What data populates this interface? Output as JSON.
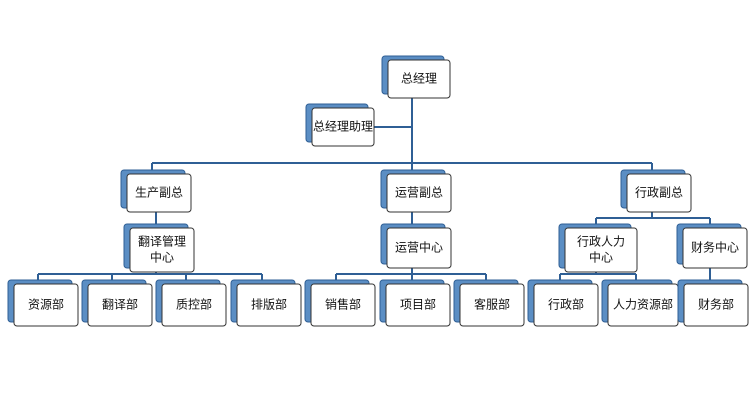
{
  "colors": {
    "line": "#2f5f95",
    "shadow_fill": "#5b8ec4",
    "shadow_stroke": "#2f5f95",
    "box_fill": "#ffffff",
    "box_stroke": "#333333",
    "text": "#111111"
  },
  "org_chart": {
    "ceo": {
      "label": "总经理"
    },
    "assistant": {
      "label": "总经理助理"
    },
    "vp_production": {
      "label": "生产副总"
    },
    "vp_operations": {
      "label": "运营副总"
    },
    "vp_admin": {
      "label": "行政副总"
    },
    "translation_center": {
      "label_lines": [
        "翻译管理",
        "中心"
      ]
    },
    "operations_center": {
      "label": "运营中心"
    },
    "admin_hr_center": {
      "label_lines": [
        "行政人力",
        "中心"
      ]
    },
    "finance_center": {
      "label": "财务中心"
    },
    "dept_resources": {
      "label": "资源部"
    },
    "dept_translation": {
      "label": "翻译部"
    },
    "dept_qc": {
      "label": "质控部"
    },
    "dept_layout": {
      "label": "排版部"
    },
    "dept_sales": {
      "label": "销售部"
    },
    "dept_projects": {
      "label": "项目部"
    },
    "dept_service": {
      "label": "客服部"
    },
    "dept_admin": {
      "label": "行政部"
    },
    "dept_hr": {
      "label": "人力资源部"
    },
    "dept_finance": {
      "label": "财务部"
    }
  }
}
